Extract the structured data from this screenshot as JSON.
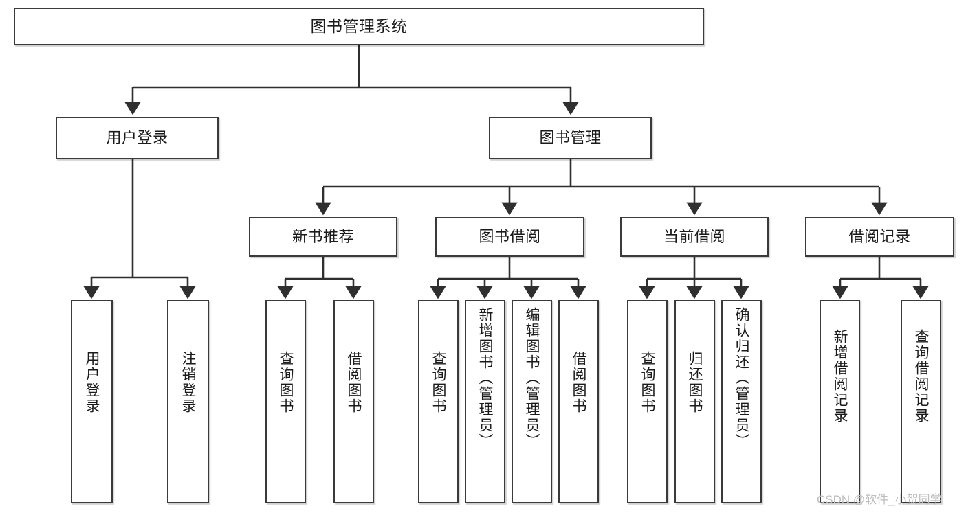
{
  "diagram": {
    "type": "tree-hierarchy",
    "title": "图书管理系统",
    "watermark": "CSDN @软件_小贺同学",
    "colors": {
      "box_border": "#3a3a3a",
      "box_fill": "#ffffff",
      "text": "#1b1b1b",
      "connector": "#2f2f2f",
      "watermark": "#bdbdbd"
    },
    "nodes": {
      "root": {
        "label": "图书管理系统"
      },
      "level2": [
        {
          "label": "用户登录"
        },
        {
          "label": "图书管理"
        }
      ],
      "level3": [
        {
          "label": "新书推荐"
        },
        {
          "label": "图书借阅"
        },
        {
          "label": "当前借阅"
        },
        {
          "label": "借阅记录"
        }
      ],
      "leaves_user_login": [
        {
          "label": "用户登录"
        },
        {
          "label": "注销登录"
        }
      ],
      "leaves_new_book": [
        {
          "label": "查询图书"
        },
        {
          "label": "借阅图书"
        }
      ],
      "leaves_borrow": [
        {
          "label": "查询图书"
        },
        {
          "label": "新增图书（管理员）"
        },
        {
          "label": "编辑图书（管理员）"
        },
        {
          "label": "借阅图书"
        }
      ],
      "leaves_current": [
        {
          "label": "查询图书"
        },
        {
          "label": "归还图书"
        },
        {
          "label": "确认归还（管理员）"
        }
      ],
      "leaves_records": [
        {
          "label": "新增借阅记录"
        },
        {
          "label": "查询借阅记录"
        }
      ]
    }
  }
}
